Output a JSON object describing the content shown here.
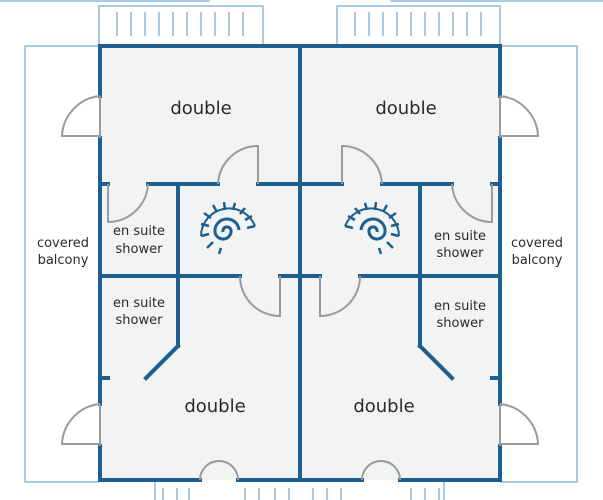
{
  "colors": {
    "wall": "#1d5f8e",
    "outline": "#a9cbe3",
    "floor": "#f2f3f3",
    "door": "#9a9a9a",
    "background": "#ffffff"
  },
  "rooms": {
    "top_left": "double",
    "top_right": "double",
    "bottom_left": "double",
    "bottom_right": "double",
    "ensuite_upper_left": [
      "en suite",
      "shower"
    ],
    "ensuite_lower_left": [
      "en suite",
      "shower"
    ],
    "ensuite_upper_right": [
      "en suite",
      "shower"
    ],
    "ensuite_lower_right": [
      "en suite",
      "shower"
    ],
    "balcony_left": [
      "covered",
      "balcony"
    ],
    "balcony_right": [
      "covered",
      "balcony"
    ]
  },
  "icons": {
    "stair_left": "spiral-staircase-icon",
    "stair_right": "spiral-staircase-icon"
  }
}
